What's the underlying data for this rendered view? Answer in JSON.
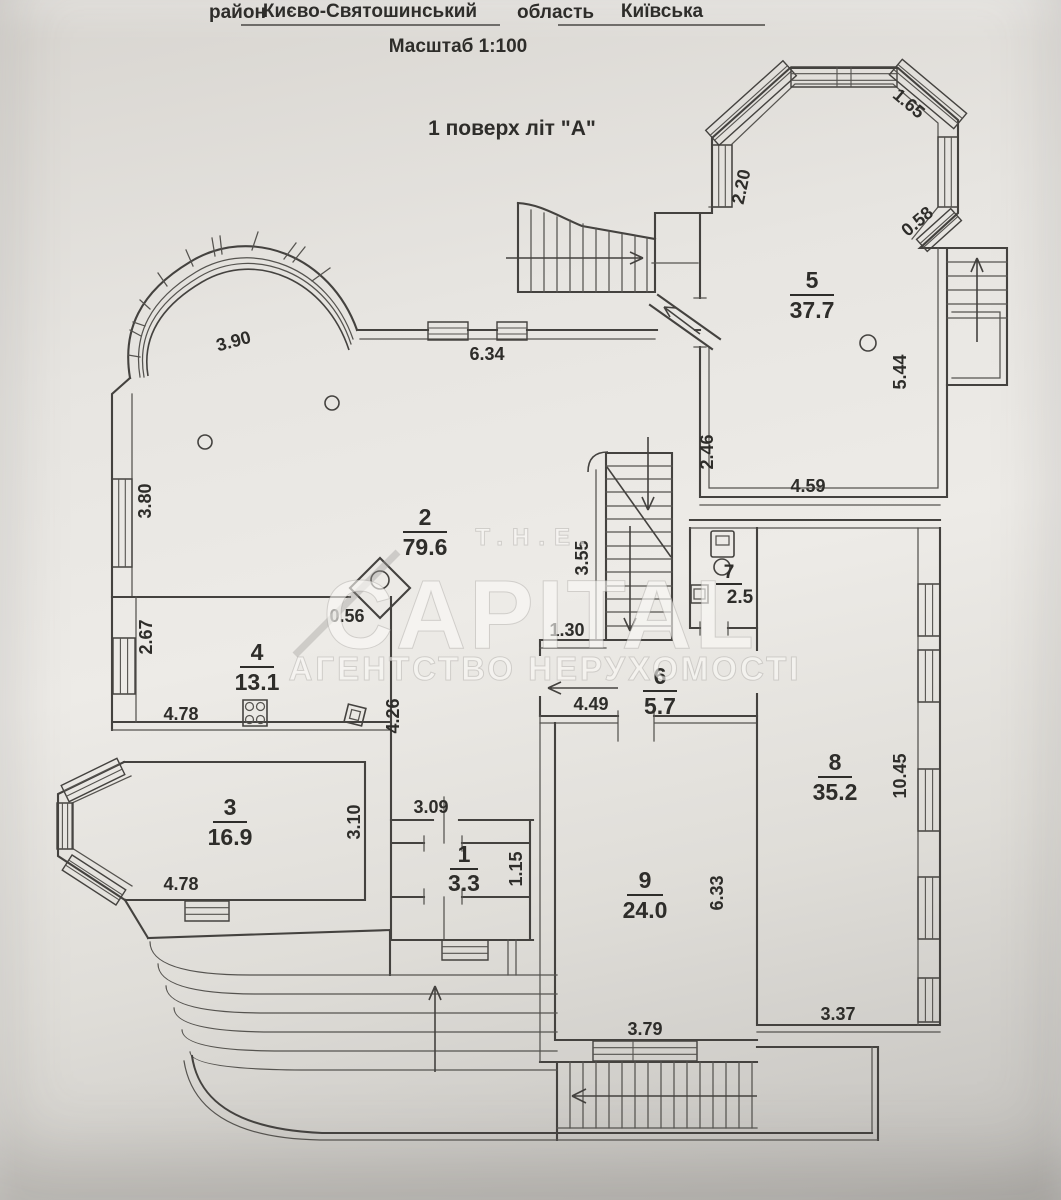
{
  "header": {
    "district_label": "район",
    "district_value": "Києво-Святошинський",
    "region_label": "область",
    "region_value": "Київська",
    "scale_text": "Масштаб 1:100",
    "floor_title": "1 поверх літ \"А\""
  },
  "watermark": {
    "brand_top": "T.H.E.",
    "brand": "CAPITAL",
    "tagline": "АГЕНТСТВО НЕРУХОМОСТІ"
  },
  "rooms": {
    "r1": {
      "number": "1",
      "area": "3.3"
    },
    "r2": {
      "number": "2",
      "area": "79.6"
    },
    "r3": {
      "number": "3",
      "area": "16.9"
    },
    "r4": {
      "number": "4",
      "area": "13.1"
    },
    "r5": {
      "number": "5",
      "area": "37.7"
    },
    "r6": {
      "number": "6",
      "area": "5.7"
    },
    "r7": {
      "number": "7",
      "area": "2.5"
    },
    "r8": {
      "number": "8",
      "area": "35.2"
    },
    "r9": {
      "number": "9",
      "area": "24.0"
    }
  },
  "dims": {
    "bay_radius": "3.90",
    "top_wall": "6.34",
    "bay5_left": "2.20",
    "bay5_diag": "1.65",
    "right_small": "0.58",
    "r5_right": "5.44",
    "r5_left": "2.46",
    "r5_bottom": "4.59",
    "left_wall": "3.80",
    "stairs_left": "3.55",
    "hall_left": "1.30",
    "r4_top": "0.56",
    "r4_left": "2.67",
    "r4_bottom": "4.78",
    "corridor": "4.26",
    "r6_bottom": "4.49",
    "r8_right": "10.45",
    "r3_right": "3.10",
    "r1_top": "3.09",
    "r1_right": "1.15",
    "r9_right": "6.33",
    "r3_bottom": "4.78",
    "r9_bottom": "3.79",
    "r8_bottom": "3.37"
  }
}
